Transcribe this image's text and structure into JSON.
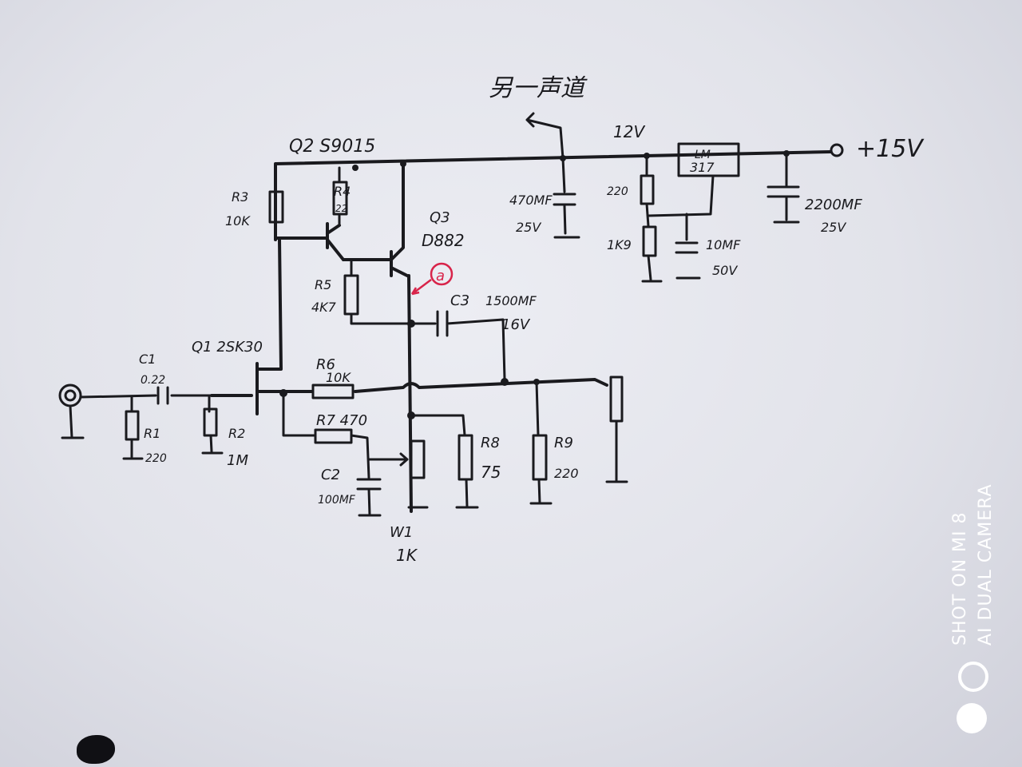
{
  "photo": {
    "description_visible_only": true,
    "watermark": {
      "line1": "SHOT ON MI 8",
      "line2": "AI DUAL CAMERA"
    }
  },
  "schematic": {
    "top_note": "另一声道",
    "rail_12v": "12V",
    "supply_in": "+15V",
    "regulator": {
      "line1": "LM",
      "line2": "317"
    },
    "components": {
      "q2": "Q2 S9015",
      "q3_name": "Q3",
      "q3_part": "D882",
      "q1": "Q1 2SK30",
      "r3_name": "R3",
      "r3_val": "10K",
      "r4_name": "R4",
      "r4_val": "22",
      "r5_name": "R5",
      "r5_val": "4K7",
      "r6_name": "R6",
      "r6_val": "10K",
      "r7": "R7 470",
      "r8_name": "R8",
      "r8_val": "75",
      "r9_name": "R9",
      "r9_val": "220",
      "r1_name": "R1",
      "r1_val": "220",
      "r2_name": "R2",
      "r2_val": "1M",
      "c1_name": "C1",
      "c1_val": "0.22",
      "c2_name": "C2",
      "c2_val": "100MF",
      "c3_name": "C3",
      "c3_val": "1500MF",
      "c3_volt": "16V",
      "w1_name": "W1",
      "w1_val": "1K",
      "cap470_val": "470MF",
      "cap470_volt": "25V",
      "cap10_val": "10MF",
      "cap10_volt": "50V",
      "cap2200_val": "2200MF",
      "cap2200_volt": "25V",
      "reg_r_top": "220",
      "reg_r_bot": "1K9"
    },
    "marker": "a",
    "colors": {
      "ink": "#1a1a1e",
      "marker": "#d8244a",
      "paper": "#e6e7ee"
    }
  }
}
